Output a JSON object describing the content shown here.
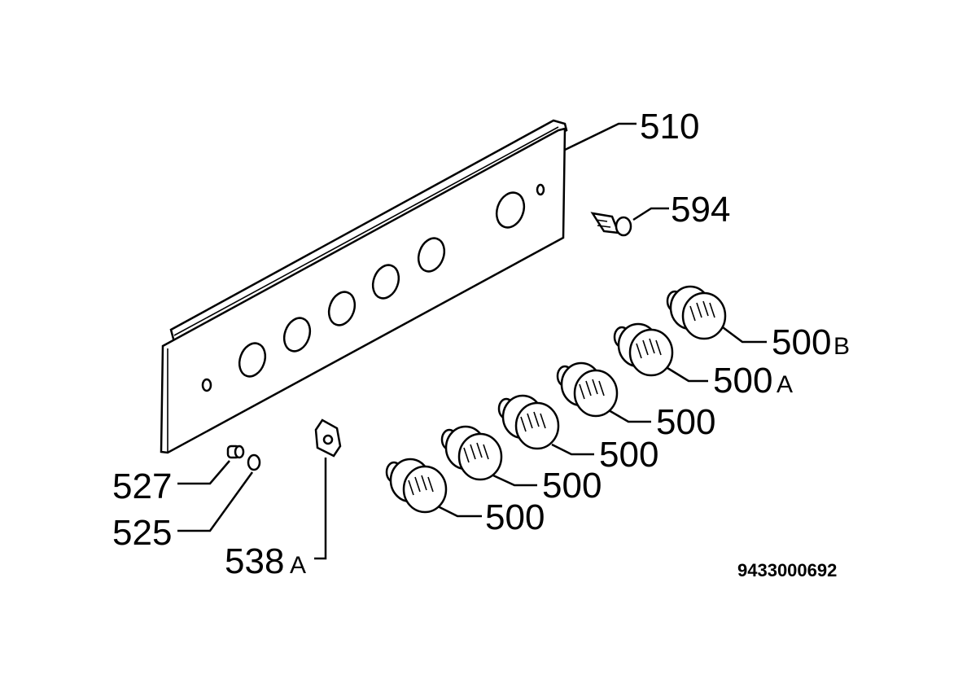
{
  "diagram": {
    "parts": [
      {
        "id": "panel",
        "number": "510",
        "suffix": ""
      },
      {
        "id": "bulb",
        "number": "594",
        "suffix": ""
      },
      {
        "id": "knob-b",
        "number": "500",
        "suffix": "B"
      },
      {
        "id": "knob-a",
        "number": "500",
        "suffix": "A"
      },
      {
        "id": "knob-3",
        "number": "500",
        "suffix": ""
      },
      {
        "id": "knob-2",
        "number": "500",
        "suffix": ""
      },
      {
        "id": "knob-1",
        "number": "500",
        "suffix": ""
      },
      {
        "id": "knob-0",
        "number": "500",
        "suffix": ""
      },
      {
        "id": "spacer",
        "number": "527",
        "suffix": ""
      },
      {
        "id": "cap",
        "number": "525",
        "suffix": ""
      },
      {
        "id": "clip",
        "number": "538",
        "suffix": "A"
      }
    ],
    "document_number": "9433000692"
  }
}
